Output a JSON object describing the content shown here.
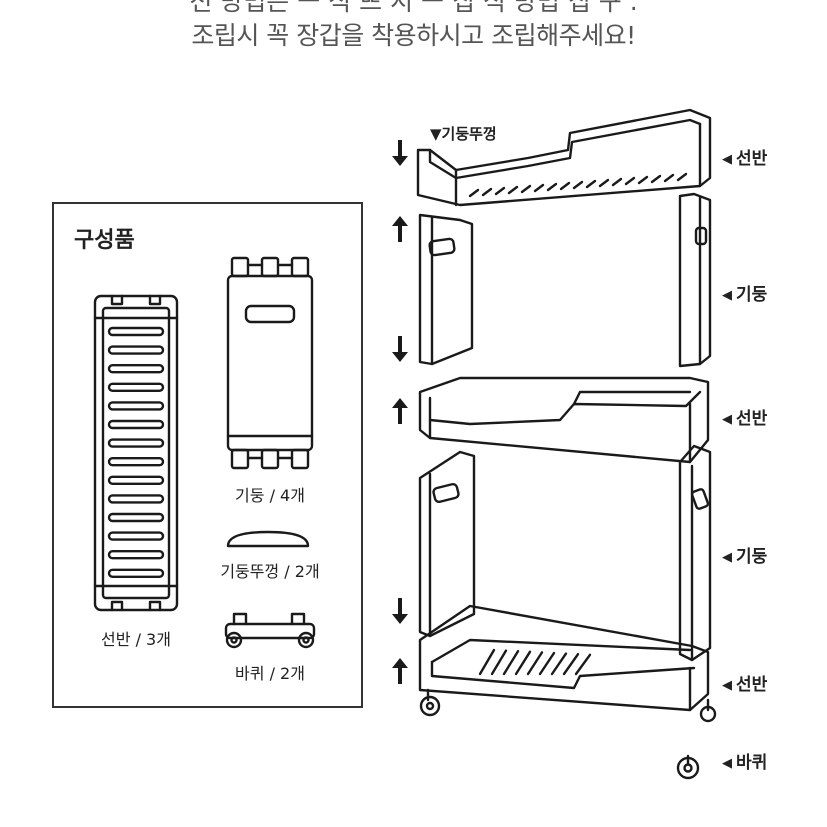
{
  "header": {
    "line1": "전 방법은 ㅡ 식 뜨 시 ㅡ 칩 식 방법 칩 구 .",
    "line2": "조립시 꼭 장갑을 착용하시고 조립해주세요!"
  },
  "parts": {
    "title": "구성품",
    "shelf_label": "선반 / 3개",
    "pillar_label": "기둥 / 4개",
    "cap_label": "기둥뚜껑 / 2개",
    "wheel_label": "바퀴 / 2개"
  },
  "assembly": {
    "cap_label": "▼기둥뚜껑",
    "callouts": [
      "선반",
      "기둥",
      "선반",
      "기둥",
      "선반",
      "바퀴"
    ],
    "callout_icon": "left-triangle-icon",
    "arrow_icons": [
      "arrow-down-icon",
      "arrow-up-icon",
      "arrow-down-icon",
      "arrow-up-icon",
      "arrow-down-icon",
      "arrow-up-icon"
    ]
  },
  "colors": {
    "line": "#1a1a1a",
    "text": "#222222",
    "header_text": "#555555"
  }
}
